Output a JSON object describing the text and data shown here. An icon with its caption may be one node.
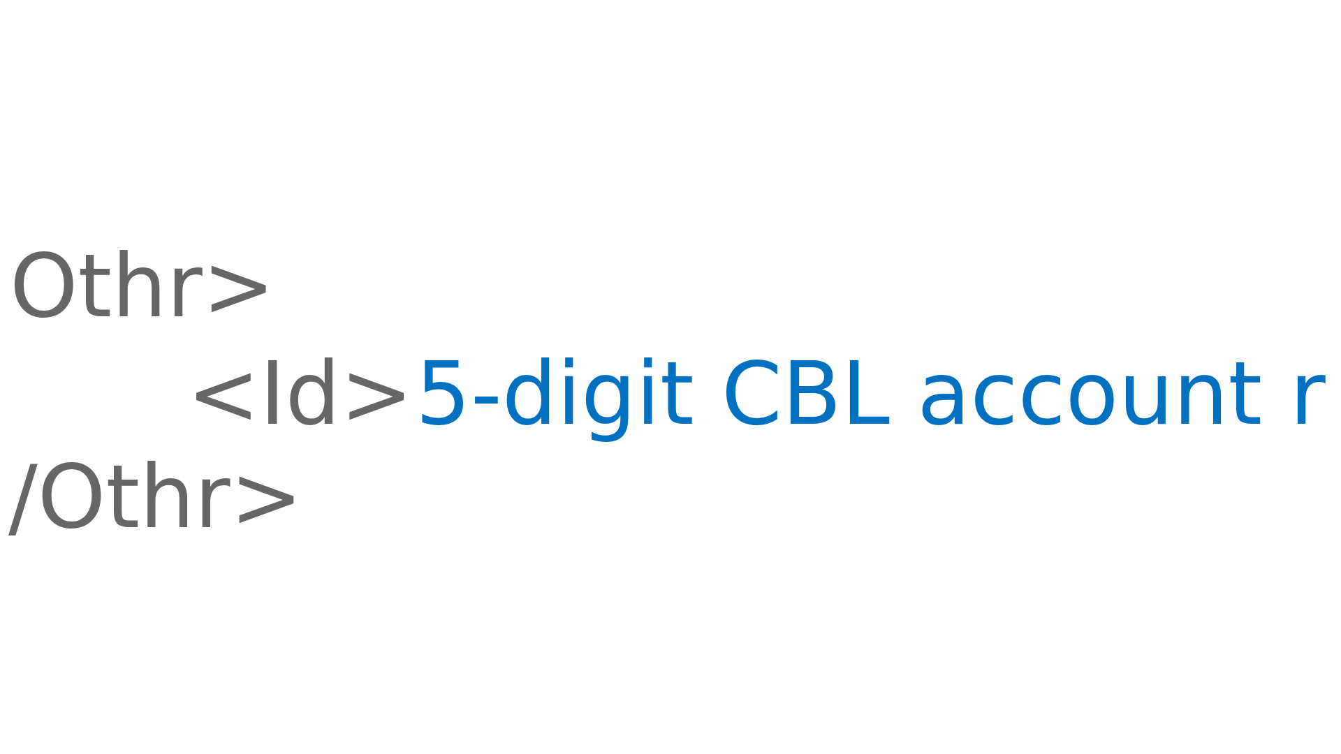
{
  "diagram": {
    "labels": [
      "Othr>",
      "<Id>",
      "5-digit CBL account r",
      "/Othr>"
    ]
  }
}
